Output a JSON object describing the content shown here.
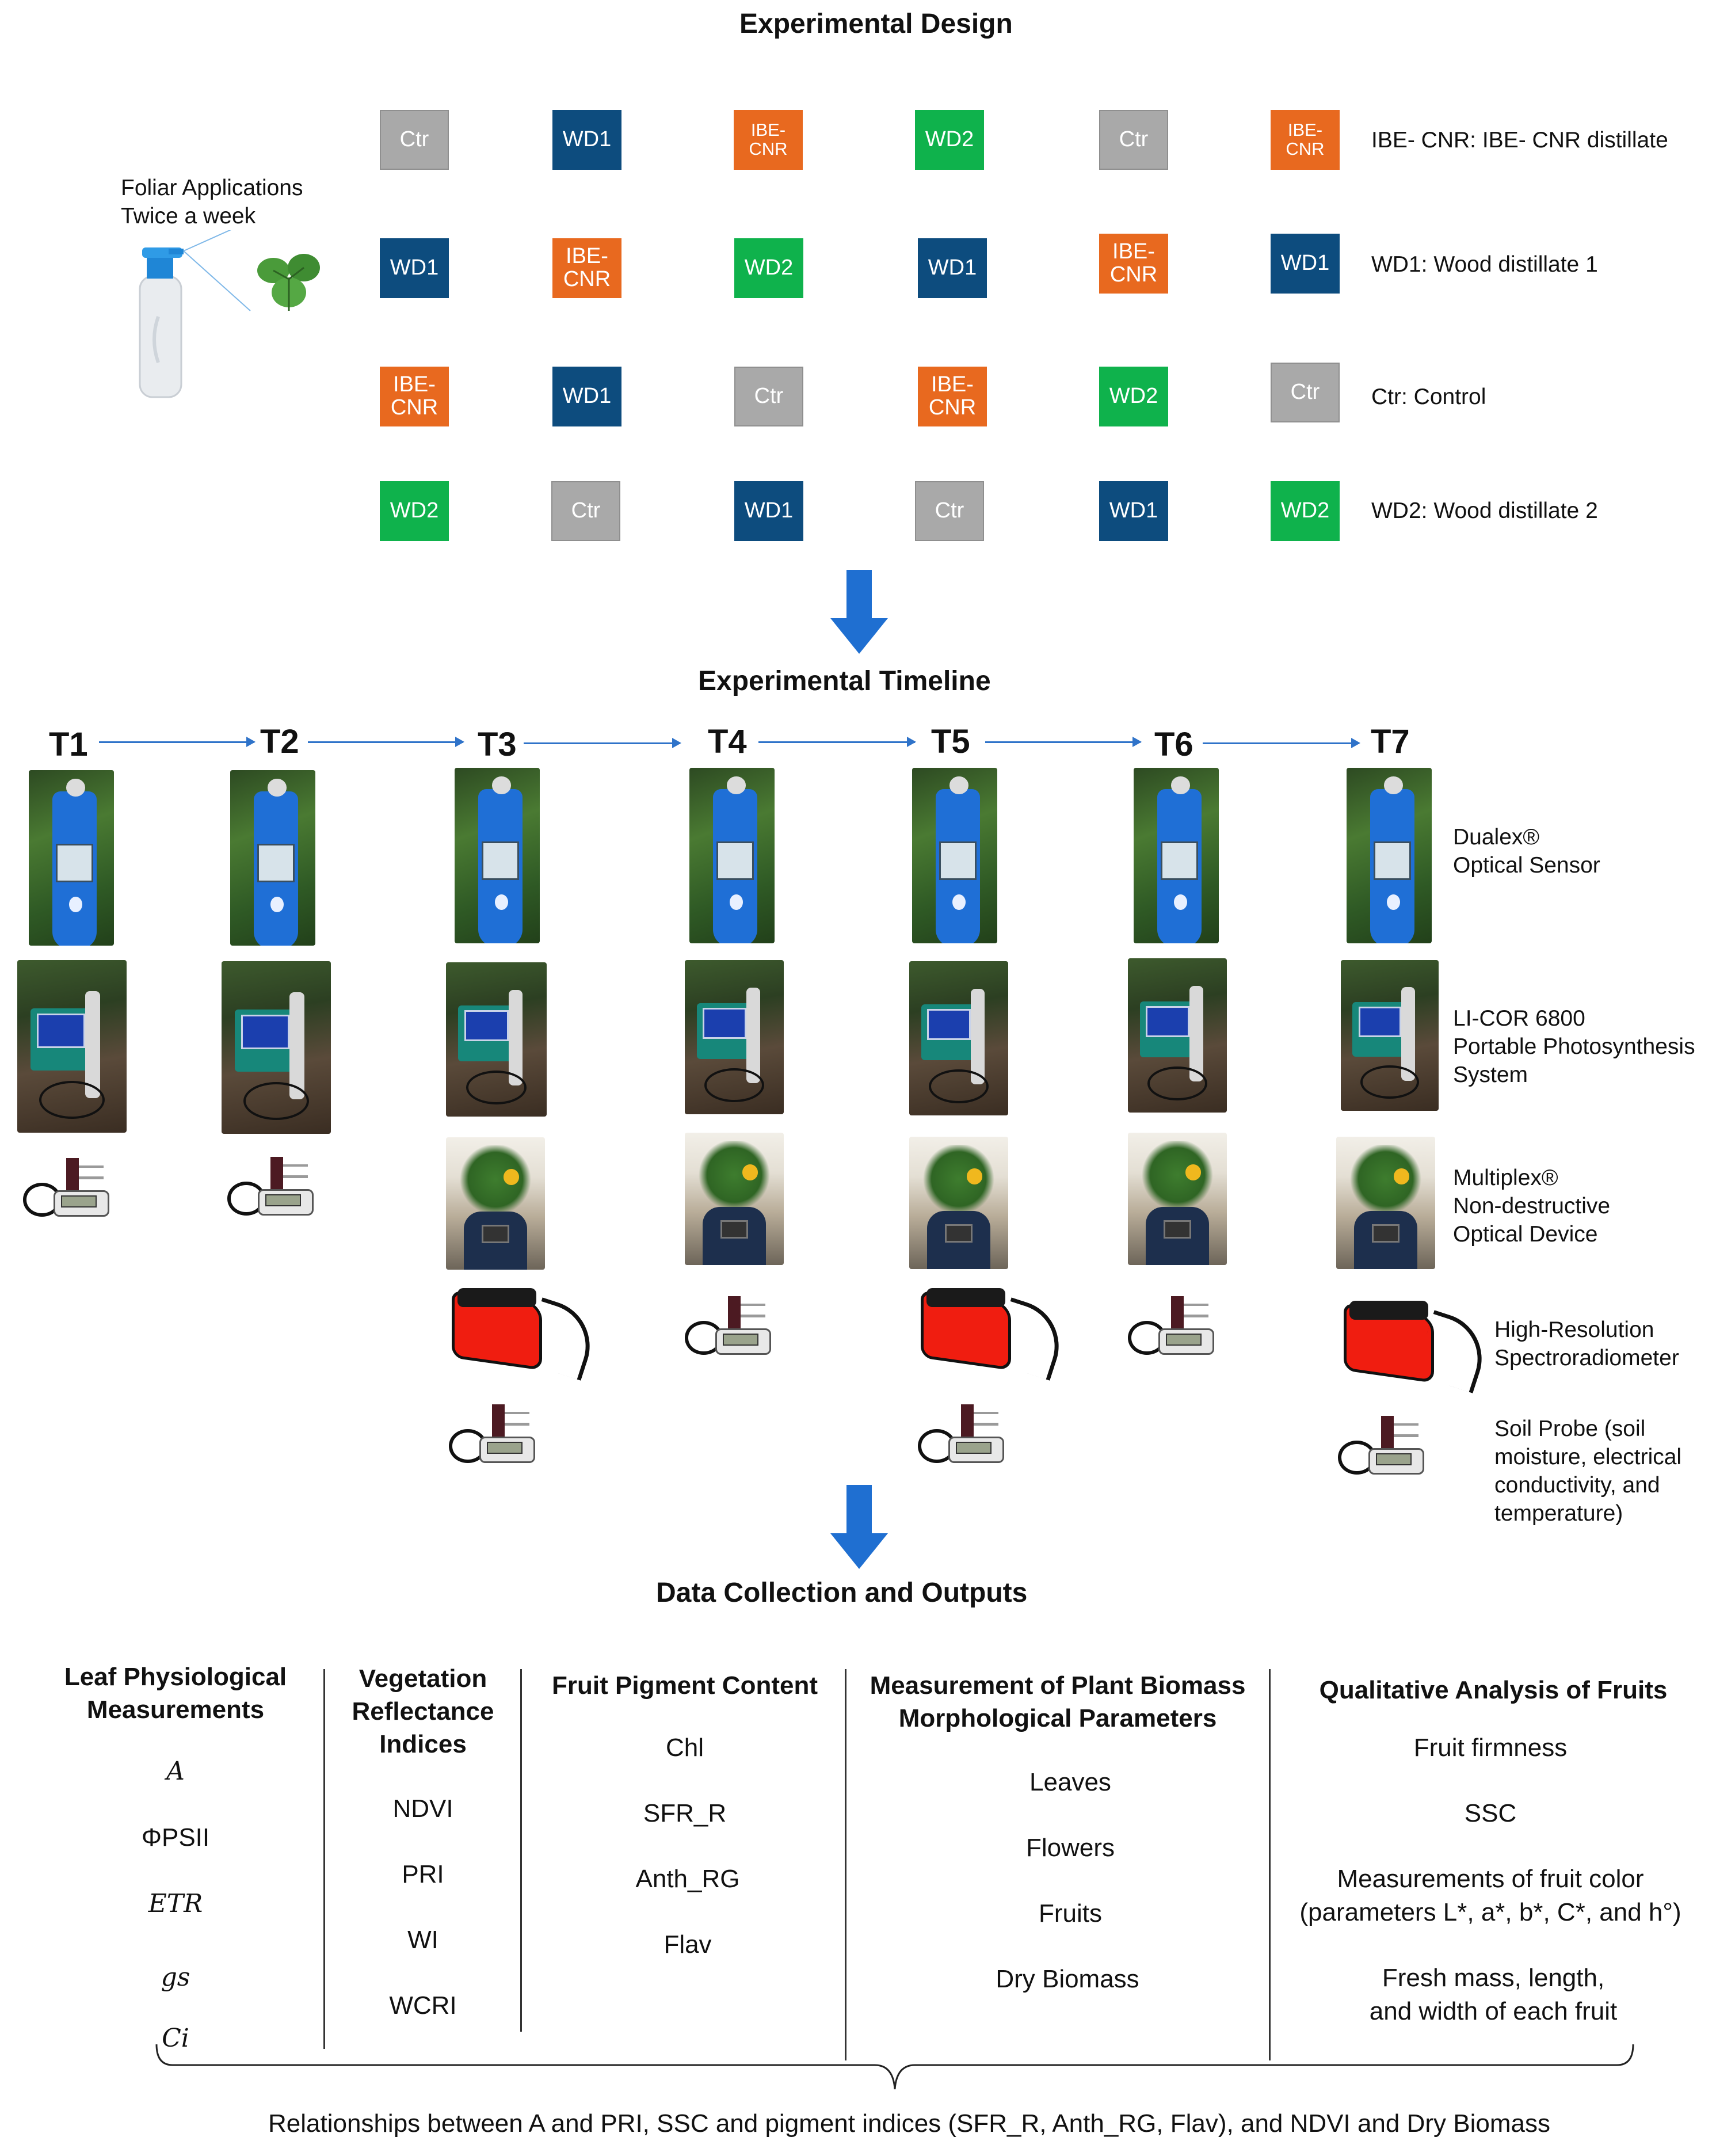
{
  "design": {
    "title": "Experimental Design",
    "spray_caption_line1": "Foliar Applications",
    "spray_caption_line2": "Twice a week",
    "grid": [
      [
        "Ctr",
        "WD1",
        "IBE-CNR",
        "WD2",
        "Ctr",
        "IBE-CNR"
      ],
      [
        "WD1",
        "IBE-CNR",
        "WD2",
        "WD1",
        "IBE-CNR",
        "WD1"
      ],
      [
        "IBE-CNR",
        "WD1",
        "Ctr",
        "IBE-CNR",
        "WD2",
        "Ctr"
      ],
      [
        "WD2",
        "Ctr",
        "WD1",
        "Ctr",
        "WD1",
        "WD2"
      ]
    ],
    "labels": {
      "ctr": "Ctr",
      "wd1": "WD1",
      "wd2": "WD2",
      "ibe_line1": "IBE-",
      "ibe_line2": "CNR"
    },
    "legend": [
      "IBE- CNR: IBE- CNR distillate",
      "WD1: Wood distillate 1",
      "Ctr: Control",
      "WD2: Wood distillate 2"
    ],
    "colors": {
      "Ctr": "#a9a9a9",
      "WD1": "#0d4c7e",
      "IBE-CNR": "#e8691f",
      "WD2": "#0fb24c",
      "arrow": "#1f6fd1"
    }
  },
  "timeline": {
    "title": "Experimental Timeline",
    "points": [
      "T1",
      "T2",
      "T3",
      "T4",
      "T5",
      "T6",
      "T7"
    ],
    "devices": {
      "dualex_line1": "Dualex®",
      "dualex_line2": "Optical Sensor",
      "licor_line1": "LI-COR 6800",
      "licor_line2": "Portable Photosynthesis",
      "licor_line3": "System",
      "multiplex_line1": "Multiplex®",
      "multiplex_line2": "Non-destructive",
      "multiplex_line3": "Optical Device",
      "spectro_line1": "High-Resolution",
      "spectro_line2": "Spectroradiometer",
      "soil_line1": "Soil Probe (soil",
      "soil_line2": "moisture, electrical",
      "soil_line3": "conductivity, and",
      "soil_line4": "temperature)"
    }
  },
  "outputs": {
    "title": "Data Collection and Outputs",
    "columns": [
      {
        "header_line1": "Leaf Physiological",
        "header_line2": "Measurements",
        "items": [
          "A",
          "ΦPSII",
          "ETR",
          "gs",
          "Ci"
        ]
      },
      {
        "header_line1": "Vegetation",
        "header_line2": "Reflectance",
        "header_line3": "Indices",
        "items": [
          "NDVI",
          "PRI",
          "WI",
          "WCRI"
        ]
      },
      {
        "header_line1": "Fruit Pigment Content",
        "items": [
          "Chl",
          "SFR_R",
          "Anth_RG",
          "Flav"
        ]
      },
      {
        "header_line1": "Measurement of Plant Biomass",
        "header_line2": "Morphological Parameters",
        "items": [
          "Leaves",
          "Flowers",
          "Fruits",
          "Dry Biomass"
        ]
      },
      {
        "header_line1": "Qualitative Analysis of Fruits",
        "items": [
          "Fruit firmness",
          "SSC",
          "Measurements of fruit color",
          "(parameters L*, a*, b*, C*, and h°)",
          "Fresh mass, length,",
          "and width of each fruit"
        ]
      }
    ],
    "footer": "Relationships between A and PRI, SSC and pigment indices (SFR_R, Anth_RG, Flav), and NDVI and Dry Biomass"
  }
}
